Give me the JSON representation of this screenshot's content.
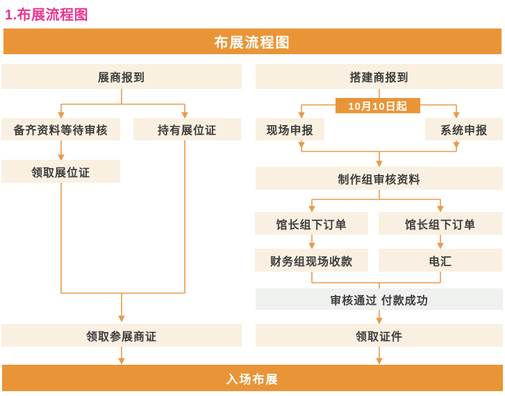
{
  "page_title": "1.布展流程图",
  "header": {
    "title": "布展流程图"
  },
  "colors": {
    "accent_orange": "#e99537",
    "arrow_orange": "#e89a4a",
    "box_cream": "#f9f0e1",
    "box_gray": "#eff1ef",
    "title_pink": "#e7368f",
    "text_dark": "#3d3d3d",
    "text_on_orange": "#ffffff"
  },
  "flowchart": {
    "left_column": {
      "exhibitor_checkin": "展商报到",
      "prepare_materials": "备齐资料等待审核",
      "hold_booth_cert": "持有展位证",
      "get_booth_cert": "领取展位证",
      "get_exhibitor_cert": "领取参展商证"
    },
    "right_column": {
      "builder_checkin": "搭建商报到",
      "date_badge": "10月10日起",
      "onsite_declare": "现场申报",
      "system_declare": "系统申报",
      "production_review": "制作组审核资料",
      "curator_order_left": "馆长组下订单",
      "curator_order_right": "馆长组下订单",
      "finance_collect": "财务组现场收款",
      "wire_transfer": "电汇",
      "review_passed": "审核通过 付款成功",
      "get_credentials": "领取证件"
    },
    "footer": "入场布展"
  }
}
